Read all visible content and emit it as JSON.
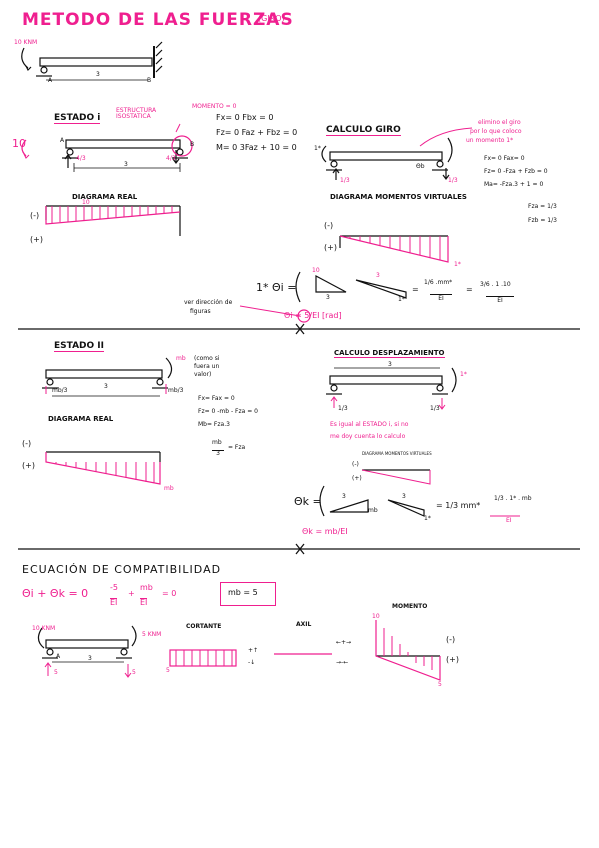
{
  "title": "METODO DE LAS FUERZAS",
  "title_note": "(GIRO)",
  "top": {
    "load": "10 KNM",
    "a": "A",
    "b": "B",
    "span": "3"
  },
  "estado_i": {
    "label": "ESTADO i",
    "note": "ESTRUCTURA ISOSTATICA",
    "moment_note": "MOMENTO = 0",
    "load": "10",
    "a": "A",
    "b": "B",
    "ra": "4/3",
    "rb": "4/3",
    "span": "3",
    "eq1": "Fx= 0   Fbx = 0",
    "eq2": "Fz= 0   Faz + Fbz = 0",
    "eq3": "M= 0   3Faz + 10 = 0",
    "diagram": "DIAGRAMA REAL",
    "sign1": "(-)",
    "sign2": "(+)",
    "val": "10"
  },
  "calculo_giro": {
    "label": "CALCULO GIRO",
    "note1": "elimino el giro",
    "note2": "por lo que coloco",
    "note3": "un momento 1*",
    "moment": "1*",
    "ra": "1/3",
    "rb": "1/3",
    "rb_label": "Θb",
    "eq1": "Fx= 0   Fax= 0",
    "eq2": "Fz= 0   -Fza + Fzb = 0",
    "eq3": "Ma= -Fza.3 + 1 = 0",
    "r1": "Fza = 1/3",
    "r2": "Fzb = 1/3",
    "diagram": "DIAGRAMA MOMENTOS VIRTUALES",
    "sign1": "(-)",
    "sign2": "(+)",
    "val": "1*",
    "formula_left": "1* Θi =",
    "t1_top": "10",
    "t1_bot": "3",
    "t2_top": "3",
    "t2_bot": "1*",
    "frac1_top": "1/6 .mm*",
    "frac1_bot": "EI",
    "frac2_top": "3/6 . 1 .10",
    "frac2_bot": "EI",
    "result": "Θi = 5/EI [rad]",
    "side_note1": "ver dirección de",
    "side_note2": "figuras"
  },
  "estado_ii": {
    "label": "ESTADO II",
    "mb": "mb",
    "note1": "(como si",
    "note2": "fuera un",
    "note3": "valor)",
    "ra": "mb/3",
    "rb": "mb/3",
    "span": "3",
    "eq1": "Fx= Fax = 0",
    "eq2": "Fz= 0 -mb - Fza = 0",
    "eq3": "Mb= Fza.3",
    "result_top": "mb",
    "result_bot": "3",
    "result_right": "= Fza",
    "diagram": "DIAGRAMA REAL",
    "sign1": "(-)",
    "sign2": "(+)",
    "val": "mb"
  },
  "calculo_desp": {
    "label": "CALCULO DESPLAZAMIENTO",
    "span": "3",
    "moment": "1*",
    "ra": "1/3",
    "rb": "1/3",
    "note1": "Es igual al ESTADO i, si no",
    "note2": "me doy cuenta lo calculo",
    "mini_label": "DIAGRAMA MOMENTOS VIRTUALES",
    "sign1": "(-)",
    "sign2": "(+)",
    "formula_left": "Θk =",
    "t1_top": "3",
    "t1_bot": "mb",
    "t2_top": "3",
    "t2_bot": "1*",
    "mid": "= 1/3 mm*",
    "right_top": "1/3 . 1* . mb",
    "right_bot": "EI",
    "result": "Θk = mb/EI"
  },
  "compat": {
    "label": "ECUACIÓN DE COMPATIBILIDAD",
    "eq": "Θi + Θk = 0",
    "eq2a": "-5",
    "eq2b": "EI",
    "eq2c": "mb",
    "eq2d": "EI",
    "eq2e": "= 0",
    "result": "mb = 5",
    "load_left": "10 KNM",
    "load_right": "5 KNM",
    "a": "A",
    "span": "3",
    "ra": "5",
    "rb": "5",
    "cortante": "CORTANTE",
    "axil": "AXIL",
    "momento": "MOMENTO",
    "c_pos": "+↑",
    "c_neg": "-↓",
    "c_val": "5",
    "ax1": "←+→",
    "ax2": "→-←",
    "m_top": "10",
    "m_bot": "5",
    "m_sign1": "(-)",
    "m_sign2": "(+)"
  }
}
